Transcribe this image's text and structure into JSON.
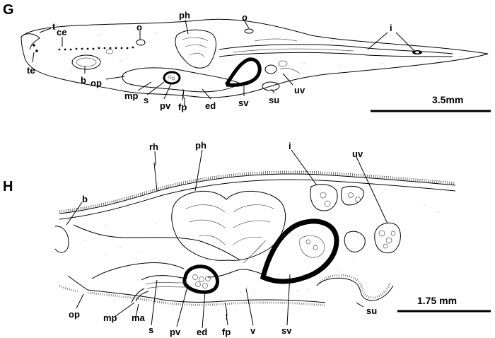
{
  "panels": [
    {
      "id": "G",
      "letter": "G",
      "scale_text": "3.5mm",
      "labels": [
        "t",
        "ce",
        "te",
        "b",
        "o",
        "ph",
        "o",
        "i",
        "op",
        "mp",
        "s",
        "pv",
        "fp",
        "ed",
        "sv",
        "su",
        "uv"
      ]
    },
    {
      "id": "H",
      "letter": "H",
      "scale_text": "1.75 mm",
      "labels": [
        "rh",
        "ph",
        "i",
        "uv",
        "b",
        "op",
        "mp",
        "ma",
        "s",
        "pv",
        "ed",
        "fp",
        "v",
        "sv",
        "su"
      ]
    }
  ]
}
